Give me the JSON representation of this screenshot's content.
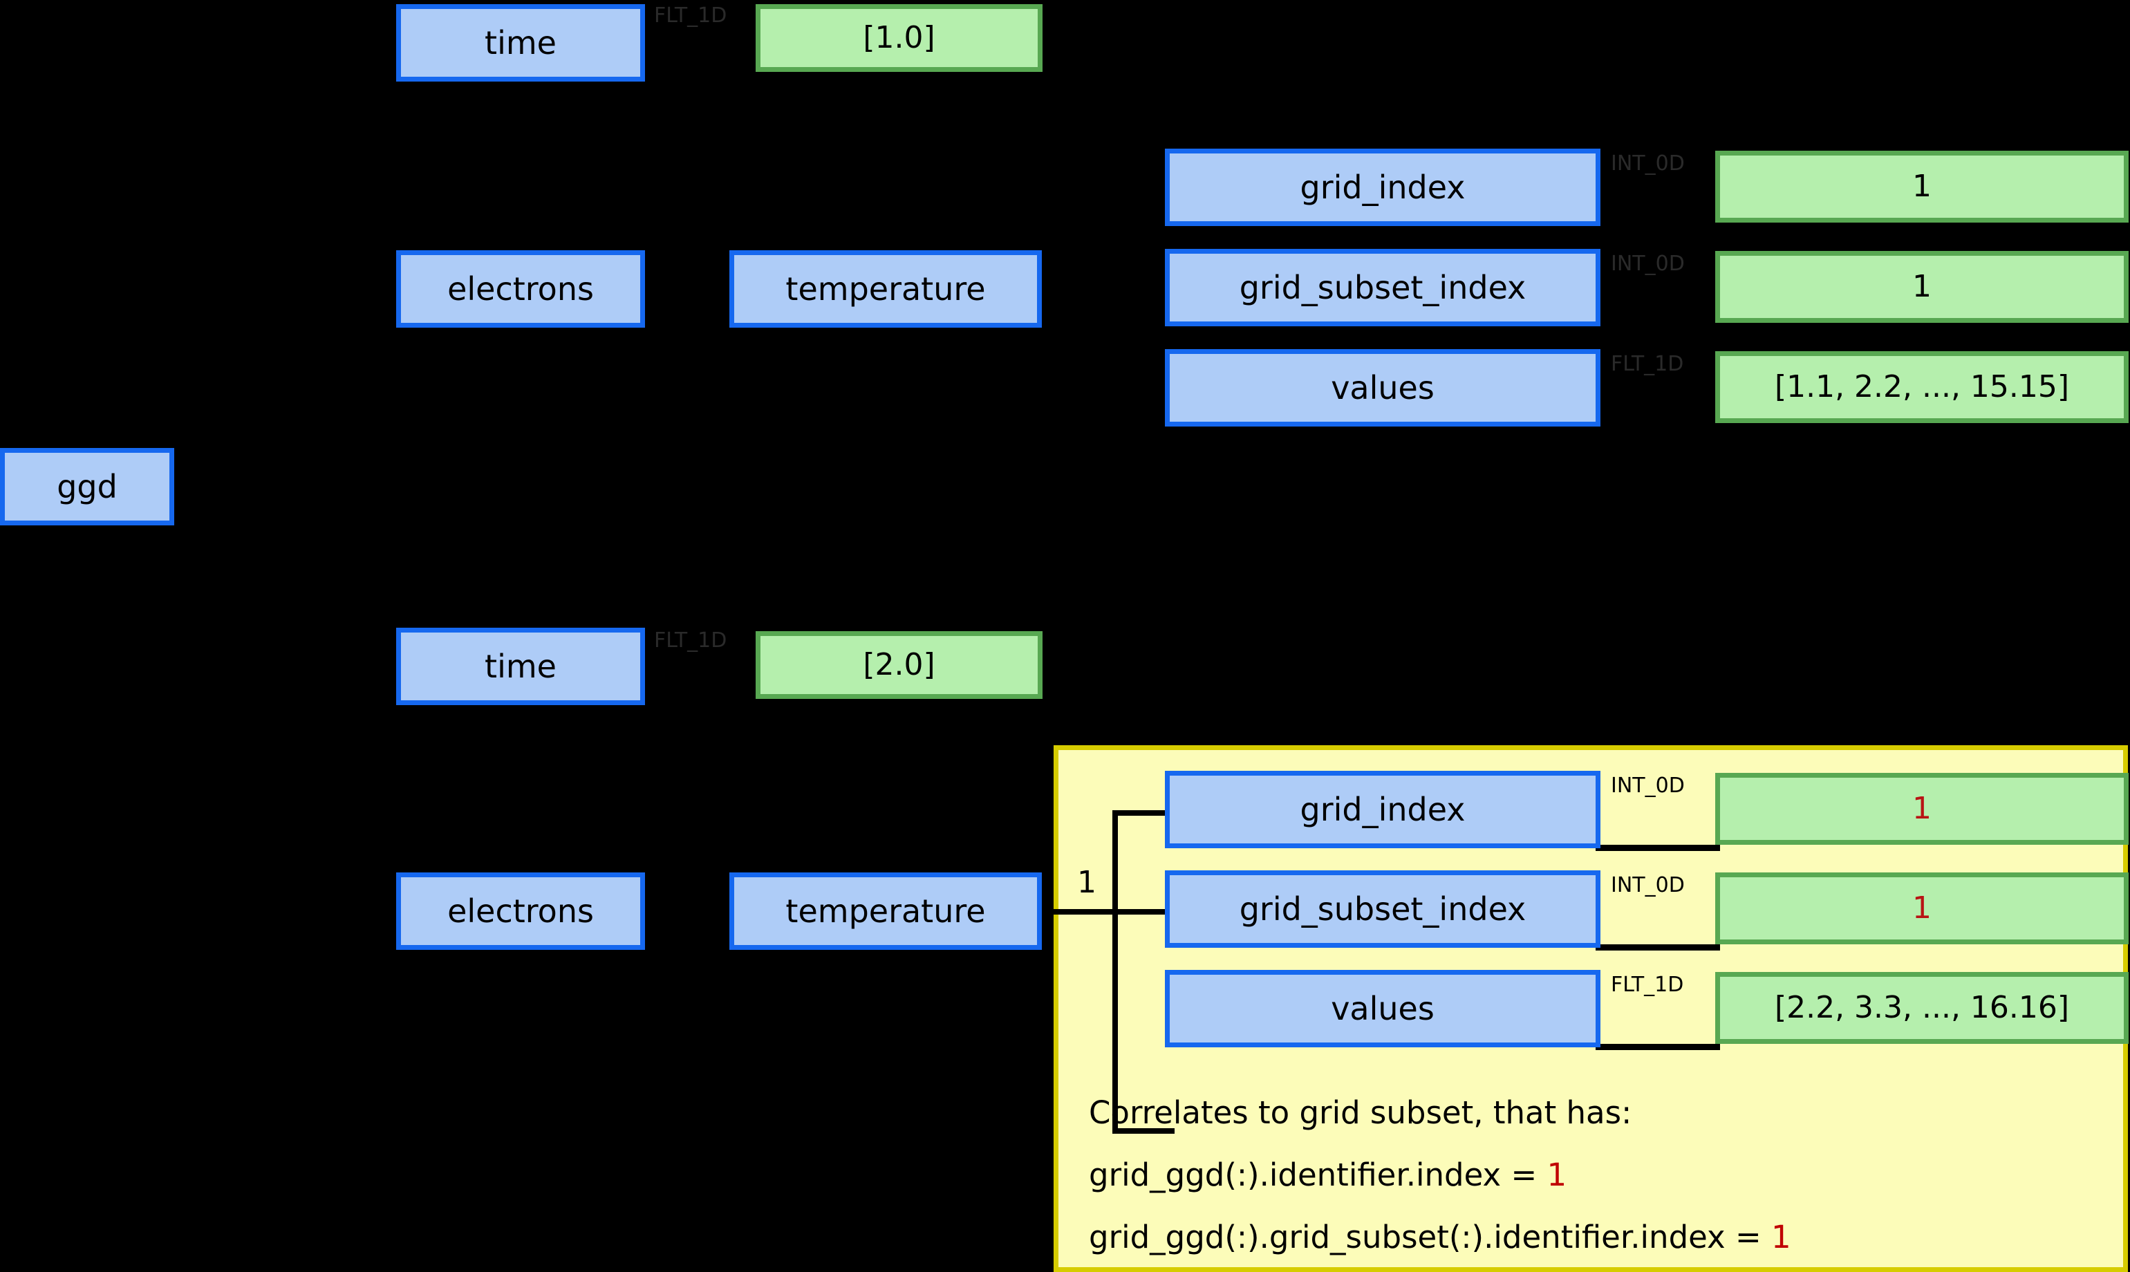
{
  "diagram": {
    "title": "ggd time-slice structure diagram",
    "background_color": "#000000",
    "colors": {
      "node_fill": "#aeccf7",
      "node_border": "#1668ef",
      "value_fill": "#b5efad",
      "value_border": "#58a852",
      "callout_fill": "#fcfcb9",
      "callout_border": "#d6cc00",
      "highlight_text": "#c00000"
    },
    "root": {
      "label": "ggd"
    },
    "slices": [
      {
        "id": "slice-1",
        "time": {
          "label": "time",
          "type": "FLT_1D",
          "value": "[1.0]"
        },
        "quantity_path": [
          {
            "label": "electrons"
          },
          {
            "label": "temperature"
          }
        ],
        "multiplicity": "",
        "fields": [
          {
            "label": "grid_index",
            "type": "INT_0D",
            "value": "1"
          },
          {
            "label": "grid_subset_index",
            "type": "INT_0D",
            "value": "1"
          },
          {
            "label": "values",
            "type": "FLT_1D",
            "value": "[1.1, 2.2, ..., 15.15]"
          }
        ]
      },
      {
        "id": "slice-2",
        "time": {
          "label": "time",
          "type": "FLT_1D",
          "value": "[2.0]"
        },
        "quantity_path": [
          {
            "label": "electrons"
          },
          {
            "label": "temperature"
          }
        ],
        "multiplicity": "1",
        "fields": [
          {
            "label": "grid_index",
            "type": "INT_0D",
            "value": "1"
          },
          {
            "label": "grid_subset_index",
            "type": "INT_0D",
            "value": "1"
          },
          {
            "label": "values",
            "type": "FLT_1D",
            "value": "[2.2, 3.3, ..., 16.16]"
          }
        ]
      }
    ],
    "callout": {
      "line1": "Correlates to grid subset, that has:",
      "line2_prefix": "grid_ggd(:).identifier.index = ",
      "line2_value": "1",
      "line3_prefix": "grid_ggd(:).grid_subset(:).identifier.index = ",
      "line3_value": "1"
    }
  }
}
